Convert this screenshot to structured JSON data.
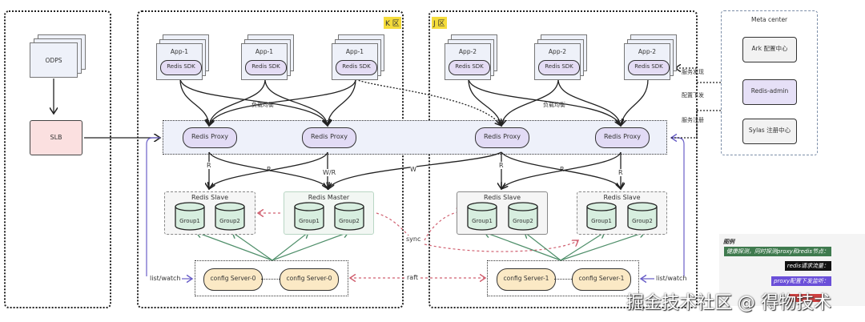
{
  "regions": {
    "k_zone_label": "K 区",
    "j_zone_label": "J 区",
    "meta_center_title": "Meta center"
  },
  "left": {
    "odps": "ODPS",
    "slb": "SLB"
  },
  "apps": {
    "k": [
      {
        "name": "App-1",
        "sdk": "Redis SDK"
      },
      {
        "name": "App-1",
        "sdk": "Redis SDK"
      },
      {
        "name": "App-1",
        "sdk": "Redis SDK"
      }
    ],
    "j": [
      {
        "name": "App-2",
        "sdk": "Redis SDK"
      },
      {
        "name": "App-2",
        "sdk": "Redis SDK"
      },
      {
        "name": "App-2",
        "sdk": "Redis SDK"
      }
    ]
  },
  "load_balance_label": "负载均衡",
  "proxies": [
    "Redis Proxy",
    "Redis Proxy",
    "Redis Proxy",
    "Redis Proxy"
  ],
  "edge_labels": {
    "r": "R",
    "wr": "W/R",
    "w": "W",
    "sync": "sync",
    "raft": "raft",
    "list_watch": "list/watch"
  },
  "redis_groups": [
    {
      "title": "Redis Slave",
      "groups": [
        "Group1",
        "Group2"
      ]
    },
    {
      "title": "Redis Master",
      "groups": [
        "Group1",
        "Group2"
      ]
    },
    {
      "title": "Redis Slave",
      "groups": [
        "Group1",
        "Group2"
      ]
    },
    {
      "title": "Redis Slave",
      "groups": [
        "Group1",
        "Group2"
      ]
    }
  ],
  "config_servers": {
    "k": [
      "config Server-0",
      "config Server-0"
    ],
    "j": [
      "config Server-1",
      "config Server-1"
    ]
  },
  "meta_center": {
    "nodes": [
      "Ark 配置中心",
      "Redis-admin",
      "Sylas 注册中心"
    ],
    "links": [
      "服务发现",
      "配置下发",
      "服务注册"
    ]
  },
  "legend": {
    "title": "图例",
    "items": [
      {
        "label": "健康探测，同时探测proxy和redis节点：",
        "color": "#3f7a4e"
      },
      {
        "label": "redis请求流量：",
        "color": "#111111"
      },
      {
        "label": "proxy配置下发监听：",
        "color": "#6a4fd8"
      },
      {
        "label": "",
        "color": "#d04040"
      }
    ]
  },
  "watermark": "掘金技术社区 @ 得物技术",
  "colors": {
    "app_card": "#eef1f9",
    "sdk_fill": "#e4dcf4",
    "proxy_fill": "#e2dbf5",
    "proxy_band": "#eef1fa",
    "slb_fill": "#fbe0e0",
    "cylinder": "#d7eedf",
    "config_fill": "#fbe9c5",
    "admin_fill": "#e6e0f7",
    "zone_tag": "#f5dc3a",
    "health_line": "#4f8f6a",
    "sync_line": "#d06070",
    "watch_line": "#6a5fc8"
  }
}
